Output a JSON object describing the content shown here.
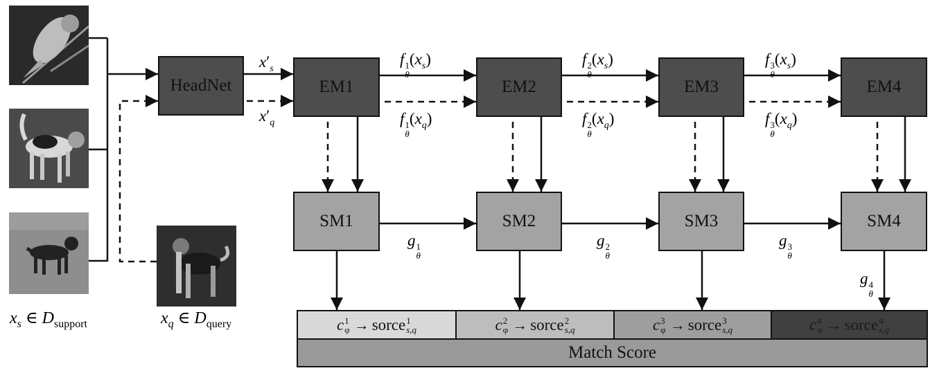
{
  "diagram": {
    "inputs": {
      "support_images": [
        {
          "name": "bird",
          "subject": "bird perched on branch"
        },
        {
          "name": "beagle",
          "subject": "beagle dog walking on grass"
        },
        {
          "name": "black-dog",
          "subject": "black dog standing on field"
        }
      ],
      "query_image": {
        "name": "query-dog",
        "subject": "hound dog standing"
      },
      "support_caption": {
        "var": "x",
        "var_sub": "s",
        "rel": "∈",
        "set": "D",
        "set_sub": "support"
      },
      "query_caption": {
        "var": "x",
        "var_sub": "q",
        "rel": "∈",
        "set": "D",
        "set_sub": "query"
      }
    },
    "headnet": {
      "label": "HeadNet",
      "out_support": {
        "var": "x",
        "sub": "s",
        "prime": "′"
      },
      "out_query": {
        "var": "x",
        "sub": "q",
        "prime": "′"
      }
    },
    "embedding_modules": [
      {
        "label": "EM1"
      },
      {
        "label": "EM2"
      },
      {
        "label": "EM3"
      },
      {
        "label": "EM4"
      }
    ],
    "similarity_modules": [
      {
        "label": "SM1"
      },
      {
        "label": "SM2"
      },
      {
        "label": "SM3"
      },
      {
        "label": "SM4"
      }
    ],
    "em_edges": [
      {
        "fn": "f",
        "sup": "1",
        "sub": "θ",
        "arg_support": "x",
        "arg_support_sub": "s",
        "arg_query": "x",
        "arg_query_sub": "q"
      },
      {
        "fn": "f",
        "sup": "2",
        "sub": "θ",
        "arg_support": "x",
        "arg_support_sub": "s",
        "arg_query": "x",
        "arg_query_sub": "q"
      },
      {
        "fn": "f",
        "sup": "3",
        "sub": "θ",
        "arg_support": "x",
        "arg_support_sub": "s",
        "arg_query": "x",
        "arg_query_sub": "q"
      }
    ],
    "sm_edges": [
      {
        "fn": "g",
        "sup": "1",
        "sub": "θ"
      },
      {
        "fn": "g",
        "sup": "2",
        "sub": "θ"
      },
      {
        "fn": "g",
        "sup": "3",
        "sub": "θ"
      },
      {
        "fn": "g",
        "sup": "4",
        "sub": "θ"
      }
    ],
    "score_cells": [
      {
        "fn": "c",
        "sup": "1",
        "sub": "φ",
        "arrow": "→",
        "word": "sorce",
        "w_sup": "1",
        "w_sub": "s,q",
        "color": "#d9d9d9"
      },
      {
        "fn": "c",
        "sup": "2",
        "sub": "φ",
        "arrow": "→",
        "word": "sorce",
        "w_sup": "2",
        "w_sub": "s,q",
        "color": "#bdbdbd"
      },
      {
        "fn": "c",
        "sup": "3",
        "sub": "φ",
        "arrow": "→",
        "word": "sorce",
        "w_sup": "3",
        "w_sub": "s,q",
        "color": "#9e9e9e"
      },
      {
        "fn": "c",
        "sup": "4",
        "sub": "φ",
        "arrow": "→",
        "word": "sorce",
        "w_sup": "4",
        "w_sub": "s,q",
        "color": "#404040"
      }
    ],
    "match_score": {
      "label": "Match Score"
    },
    "colors": {
      "em_fill": "#4d4d4d",
      "sm_fill": "#a3a3a3",
      "match_fill": "#9a9a9a",
      "line": "#111111"
    }
  }
}
